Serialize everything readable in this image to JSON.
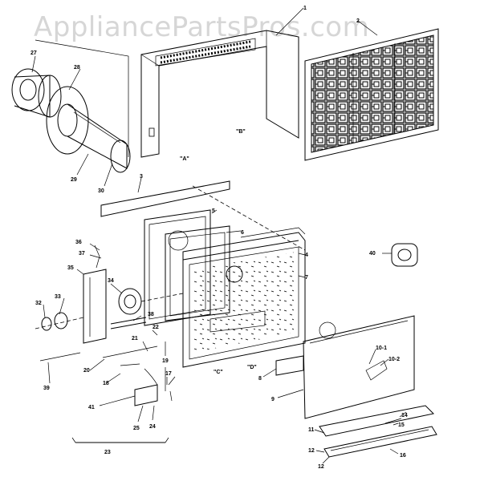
{
  "watermark": "AppliancePartsPros.com",
  "callouts": [
    {
      "id": "1",
      "text": "1"
    },
    {
      "id": "2",
      "text": "2"
    },
    {
      "id": "3",
      "text": "3"
    },
    {
      "id": "4",
      "text": "4"
    },
    {
      "id": "5",
      "text": "5"
    },
    {
      "id": "6",
      "text": "6"
    },
    {
      "id": "7",
      "text": "7"
    },
    {
      "id": "8",
      "text": "8"
    },
    {
      "id": "9",
      "text": "9"
    },
    {
      "id": "10-1",
      "text": "10-1"
    },
    {
      "id": "10-2",
      "text": "10-2"
    },
    {
      "id": "11",
      "text": "11"
    },
    {
      "id": "12a",
      "text": "12"
    },
    {
      "id": "12b",
      "text": "12"
    },
    {
      "id": "14",
      "text": "14"
    },
    {
      "id": "15",
      "text": "15"
    },
    {
      "id": "16",
      "text": "16"
    },
    {
      "id": "17",
      "text": "17"
    },
    {
      "id": "18",
      "text": "18"
    },
    {
      "id": "19",
      "text": "19"
    },
    {
      "id": "20",
      "text": "20"
    },
    {
      "id": "21",
      "text": "21"
    },
    {
      "id": "22",
      "text": "22"
    },
    {
      "id": "23",
      "text": "23"
    },
    {
      "id": "24",
      "text": "24"
    },
    {
      "id": "25",
      "text": "25"
    },
    {
      "id": "27",
      "text": "27"
    },
    {
      "id": "28",
      "text": "28"
    },
    {
      "id": "29",
      "text": "29"
    },
    {
      "id": "30",
      "text": "30"
    },
    {
      "id": "32",
      "text": "32"
    },
    {
      "id": "33",
      "text": "33"
    },
    {
      "id": "34",
      "text": "34"
    },
    {
      "id": "35",
      "text": "35"
    },
    {
      "id": "36",
      "text": "36"
    },
    {
      "id": "37",
      "text": "37"
    },
    {
      "id": "38",
      "text": "38"
    },
    {
      "id": "39",
      "text": "39"
    },
    {
      "id": "40",
      "text": "40"
    },
    {
      "id": "41",
      "text": "41"
    }
  ],
  "letter_tags": [
    {
      "id": "A",
      "text": "\"A\""
    },
    {
      "id": "B",
      "text": "\"B\""
    },
    {
      "id": "C",
      "text": "\"C\""
    },
    {
      "id": "D",
      "text": "\"D\""
    }
  ]
}
